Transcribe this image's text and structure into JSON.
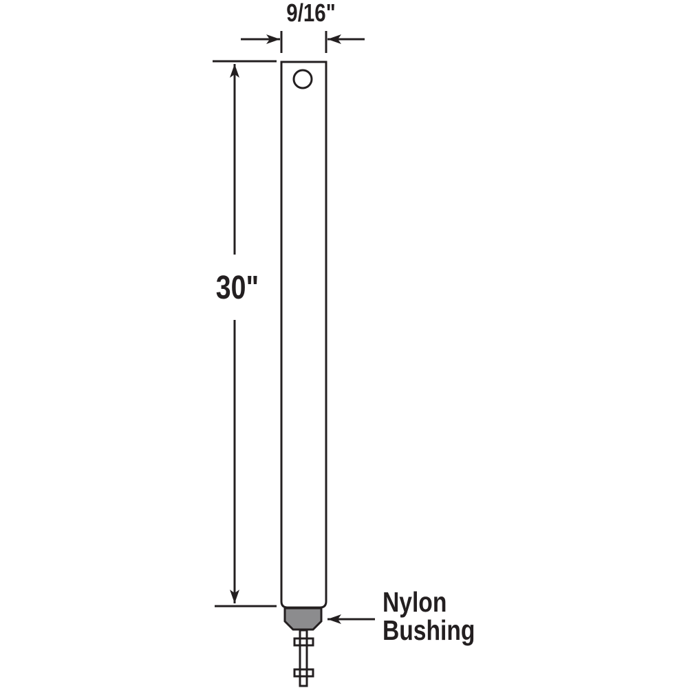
{
  "diagram": {
    "width_label": "9/16\"",
    "length_label": "30\"",
    "callout_line1": "Nylon",
    "callout_line2": "Bushing",
    "colors": {
      "ink": "#231f20",
      "bushing": "#8c8c8e",
      "background": "#ffffff"
    }
  }
}
